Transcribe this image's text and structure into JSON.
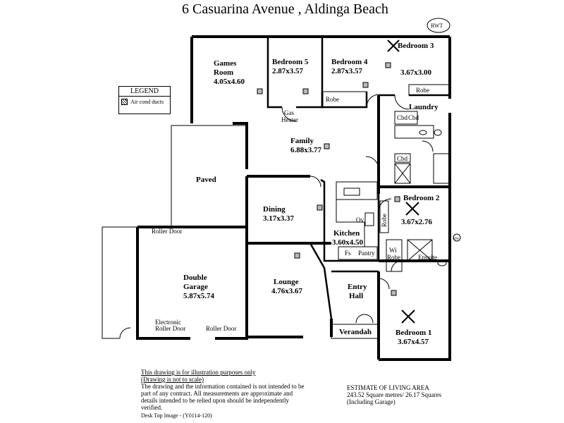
{
  "title": "6 Casuarina Avenue , Aldinga Beach",
  "logo": "RWT",
  "legend": {
    "heading": "LEGEND",
    "item": "Air cond ducts"
  },
  "rooms": {
    "games": {
      "name1": "Games",
      "name2": "Room",
      "size": "4.05x4.60"
    },
    "bed5": {
      "name": "Bedroom 5",
      "size": "2.87x3.57"
    },
    "bed4": {
      "name": "Bedroom 4",
      "size": "2.87x3.57"
    },
    "bed3": {
      "name": "Bedroom 3",
      "size": "3.67x3.00"
    },
    "family": {
      "name": "Family",
      "size": "6.88x3.77"
    },
    "laundry": {
      "name": "Laundry"
    },
    "paved": {
      "name": "Paved"
    },
    "dining": {
      "name": "Dining",
      "size": "3.17x3.37"
    },
    "kitchen": {
      "name": "Kitchen",
      "size": "3.60x4.50"
    },
    "bed2": {
      "name": "Bedroom 2",
      "size": "3.67x2.76"
    },
    "garage": {
      "name1": "Double",
      "name2": "Garage",
      "size": "5.87x5.74"
    },
    "lounge": {
      "name": "Lounge",
      "size": "4.76x3.67"
    },
    "entry": {
      "name1": "Entry",
      "name2": "Hall"
    },
    "verandah": {
      "name": "Verandah"
    },
    "bed1": {
      "name": "Bedroom 1",
      "size": "3.67x4.57"
    }
  },
  "fixtures": {
    "robe": "Robe",
    "gas1": "Gas",
    "gas2": "Heater",
    "cbd": "Cbd",
    "ov": "Ov",
    "fs": "Fs",
    "pantry": "Pantry",
    "wi": "Wi",
    "ensuite": "Ensuite",
    "roller_door": "Roller Door",
    "electronic1": "Electronic",
    "electronic2": "Roller Door",
    "hwu": "HW"
  },
  "disclaimer": {
    "line1": "This drawing is for illustration purposes only",
    "line2": "(Drawing is not to scale)",
    "body": "The drawing and the information contained is not intended to be part of any contract.  All measurements are approximate and details intended to be relied upon should be independently verified."
  },
  "estimate": {
    "heading": "ESTIMATE OF LIVING AREA",
    "value": "243.52 Square metres/  26.17 Squares",
    "note": "(Including Garage)"
  },
  "footer": "Desk Top Image - (Y0114-120)"
}
